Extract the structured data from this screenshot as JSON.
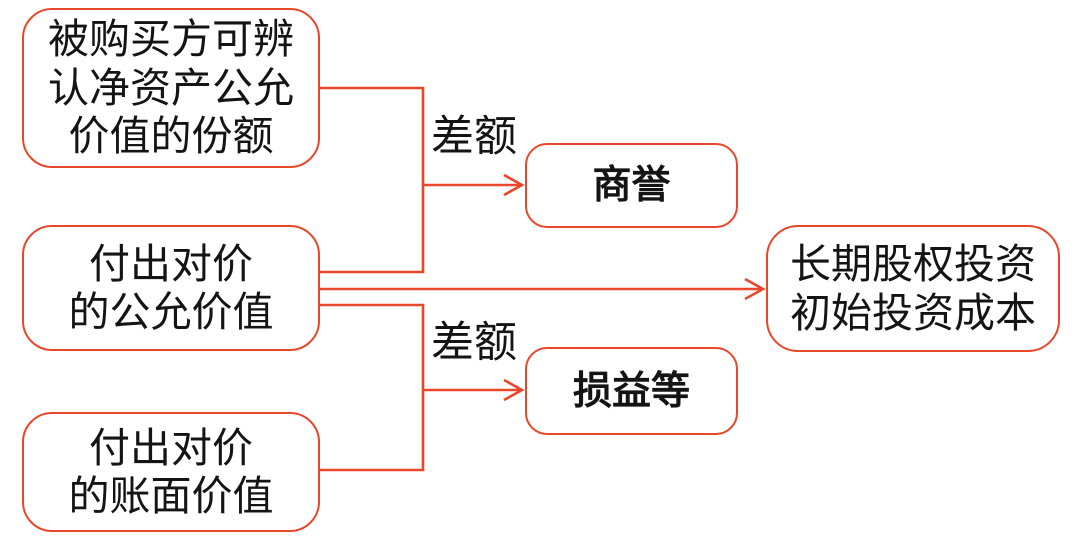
{
  "diagram": {
    "accent_color": "#e8472b",
    "text_color": "#141414",
    "background_color": "#ffffff",
    "nodes": {
      "acquiree_share": "被购买方可辨\n认净资产公允\n价值的份额",
      "consideration_fair_value": "付出对价\n的公允价值",
      "consideration_book_value": "付出对价\n的账面价值",
      "goodwill": "商誉",
      "profit_loss": "损益等",
      "initial_cost": "长期股权投资\n初始投资成本"
    },
    "edge_labels": {
      "difference_top": "差额",
      "difference_bottom": "差额"
    }
  }
}
